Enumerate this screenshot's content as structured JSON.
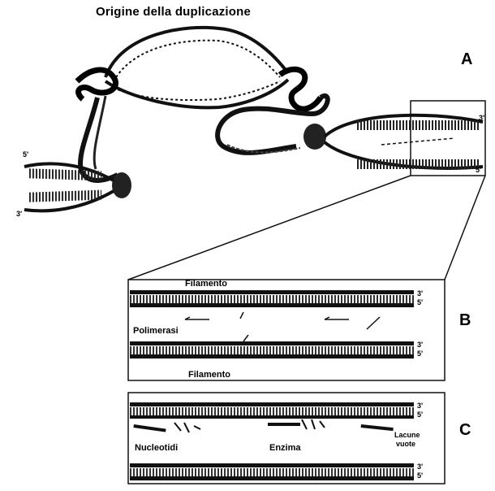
{
  "title": "Origine della duplicazione",
  "panels": {
    "a": "A",
    "b": "B",
    "c": "C"
  },
  "panel_b": {
    "strand_top": "Filamento",
    "polymerase": "Polimerasi",
    "strand_bottom": "Filamento"
  },
  "panel_c": {
    "nucleotides": "Nucleotidi",
    "enzyme": "Enzima",
    "gap_line1": "Lacune",
    "gap_line2": "vuote"
  },
  "ends": {
    "five_prime": "5'",
    "three_prime": "3'"
  }
}
